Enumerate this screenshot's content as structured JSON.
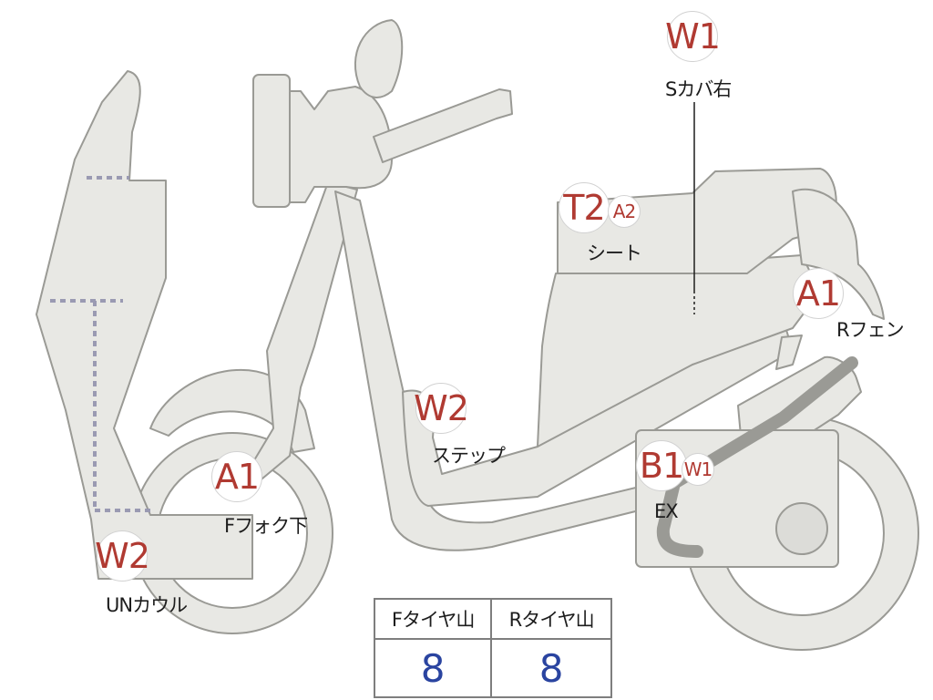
{
  "markers": {
    "s_cover_right": {
      "code": "W1",
      "part": "Sカバ右"
    },
    "seat": {
      "code1": "T2",
      "code2": "A2",
      "part": "シート"
    },
    "rear_fender": {
      "code": "A1",
      "part": "Rフェン"
    },
    "step": {
      "code": "W2",
      "part": "ステップ"
    },
    "exhaust": {
      "code1": "B1",
      "code2": "W1",
      "part": "EX"
    },
    "front_fork_lower": {
      "code": "A1",
      "part": "Fフォク下"
    },
    "under_cowl": {
      "code": "W2",
      "part": "UNカウル"
    }
  },
  "tread_table": {
    "headers": [
      "Fタイヤ山",
      "Rタイヤ山"
    ],
    "values": [
      "8",
      "8"
    ],
    "value_color": "#2a44a0"
  },
  "colors": {
    "part_fill": "#e8e8e4",
    "part_outline": "#9a9a95",
    "code_text": "#b03a32"
  }
}
